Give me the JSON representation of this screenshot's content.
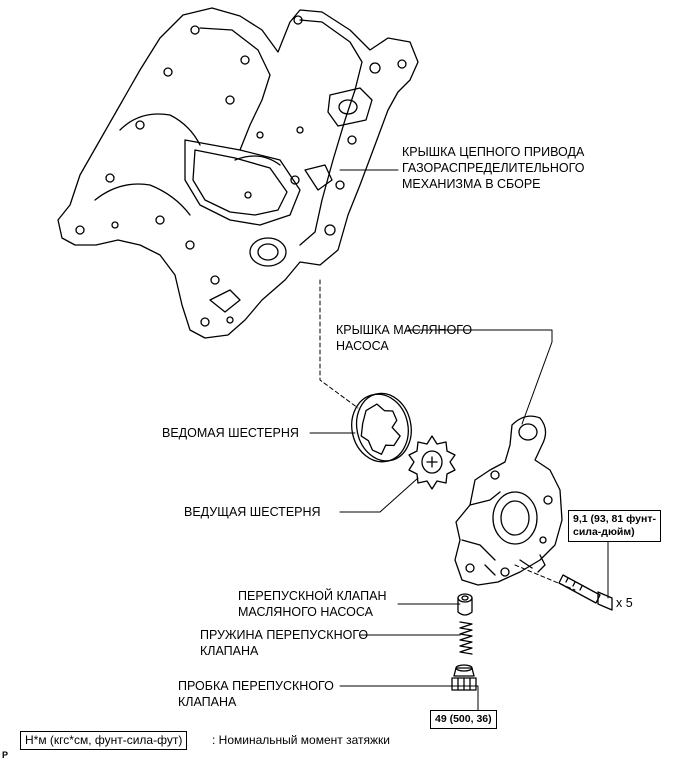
{
  "labels": {
    "timing_cover": [
      "КРЫШКА ЦЕПНОГО ПРИВОДА",
      "ГАЗОРАСПРЕДЕЛИТЕЛЬНОГО",
      "МЕХАНИЗМА В СБОРЕ"
    ],
    "oil_pump_cover": [
      "КРЫШКА МАСЛЯНОГО",
      "НАСОСА"
    ],
    "driven_gear": [
      "ВЕДОМАЯ ШЕСТЕРНЯ"
    ],
    "drive_gear": [
      "ВЕДУЩАЯ ШЕСТЕРНЯ"
    ],
    "relief_valve": [
      "ПЕРЕПУСКНОЙ КЛАПАН",
      "МАСЛЯНОГО НАСОСА"
    ],
    "relief_spring": [
      "ПРУЖИНА ПЕРЕПУСКНОГО",
      "КЛАПАНА"
    ],
    "relief_plug": [
      "ПРОБКА ПЕРЕПУСКНОГО",
      "КЛАПАНА"
    ]
  },
  "torque": {
    "bolt": [
      "9,1 (93, 81 фунт-",
      "сила-дюйм)"
    ],
    "plug": [
      "49 (500, 36)"
    ]
  },
  "quantity": "x 5",
  "legend": {
    "units": "Н*м (кгс*см, фунт-сила-фут)",
    "text": ": Номинальный момент затяжки"
  },
  "corner_mark": "P"
}
